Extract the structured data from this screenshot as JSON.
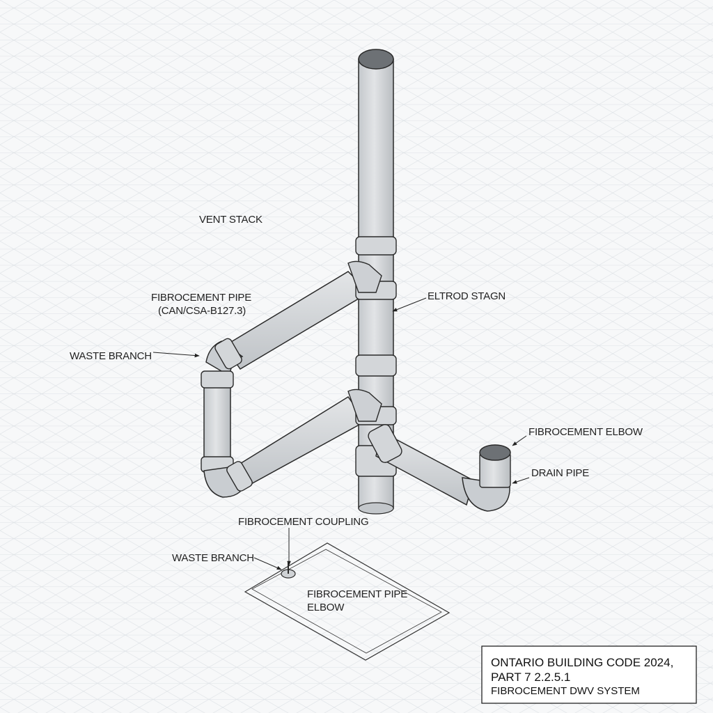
{
  "labels": {
    "vent_stack": "VENT STACK",
    "fibro_pipe_line1": "FIBROCEMENT PIPE",
    "fibro_pipe_line2": "(CAN/CSA-B127.3)",
    "waste_branch_upper": "WASTE BRANCH",
    "eltrod_stagn": "ELTROD STAGN",
    "fibro_elbow": "FIBROCEMENT ELBOW",
    "drain_pipe": "DRAIN PIPE",
    "fibro_coupling": "FIBROCEMENT COUPLING",
    "waste_branch_lower": "WASTE BRANCH",
    "floor_pipe_line1": "FIBROCEMENT PIPE",
    "floor_pipe_line2": "ELBOW"
  },
  "title_block": {
    "line1": "ONTARIO BUILDING CODE 2024,",
    "line2": "PART 7 2.2.5.1",
    "line3": "FIBROCEMENT DWV SYSTEM"
  },
  "colors": {
    "background": "#f7f8f9",
    "grid": "#d9dde1",
    "pipe_fill": "#d4d7da",
    "pipe_stroke": "#2a2a2a",
    "ink": "#222222"
  }
}
